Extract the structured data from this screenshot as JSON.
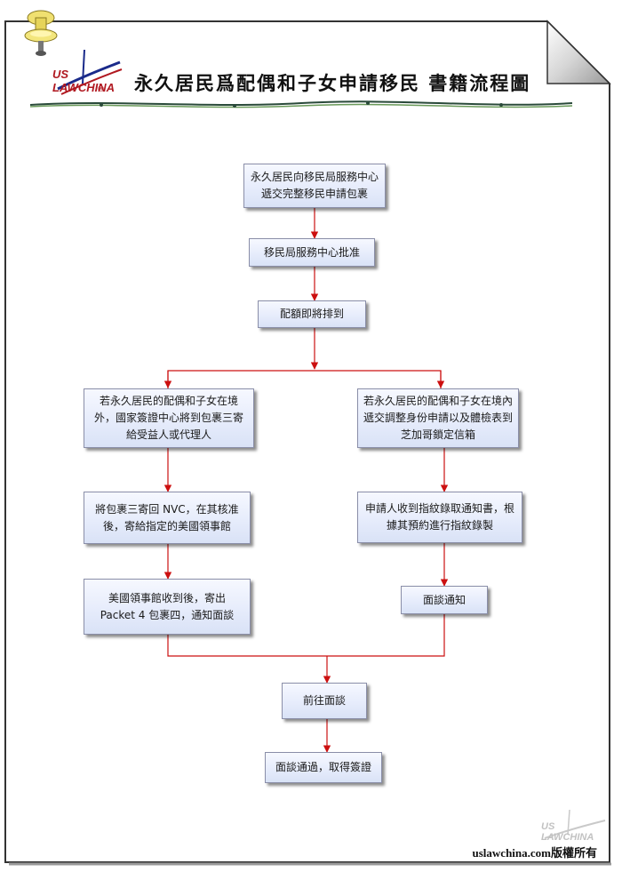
{
  "header": {
    "logo_text": "US LAWCHINA",
    "logo_mark": "®",
    "title": "永久居民爲配偶和子女申請移民 書籍流程圖"
  },
  "flow": {
    "step1": "永久居民向移民局服務中心遞交完整移民申請包裹",
    "step2": "移民局服務中心批准",
    "step3": "配額即將排到",
    "left1": "若永久居民的配偶和子女在境外，國家簽證中心將到包裹三寄給受益人或代理人",
    "left2": "將包裹三寄回 NVC，在其核准後，寄給指定的美國領事館",
    "left3": "美國領事館收到後，寄出 Packet 4 包裹四，通知面談",
    "right1": "若永久居民的配偶和子女在境內 遞交調整身份申請以及體檢表到芝加哥鎖定信箱",
    "right2": "申請人收到指紋錄取通知書，根據其預約進行指紋錄製",
    "right3": "面談通知",
    "step4": "前往面談",
    "step5": "面談通過，取得簽證"
  },
  "footer": {
    "copyright": "uslawchina.com版權所有",
    "watermark_text": "US LAWCHINA"
  },
  "colors": {
    "arrow": "#cc1010",
    "node_border": "#8a8ea8",
    "logo_red": "#b01820",
    "logo_blue": "#1a2a8a"
  }
}
